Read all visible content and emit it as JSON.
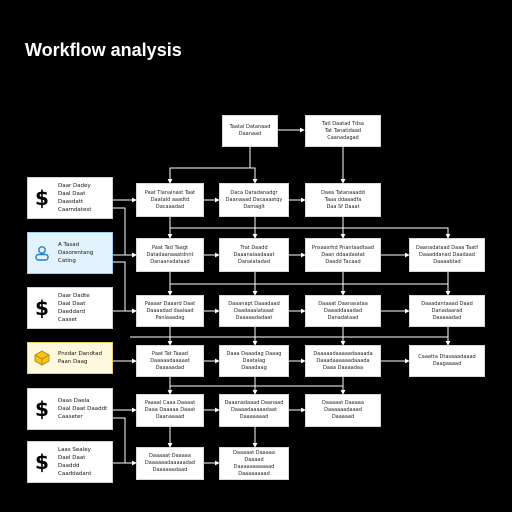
{
  "title": "Workflow analysis",
  "sources": [
    {
      "id": "s1",
      "icon": "dollar-icon",
      "glyph": "$",
      "lines": "Daar Dadey\nDaal Daat Daasdatt\nCaamdatest"
    },
    {
      "id": "s2",
      "icon": "user-group-icon",
      "glyph": "",
      "lines": "A Tasad\nDasorentang\nCating",
      "accent": "#9bd0f2"
    },
    {
      "id": "s3",
      "icon": "dollar-icon",
      "glyph": "$",
      "lines": "Daar Dadte\nDaal Daat Daeddard\nCaaset"
    },
    {
      "id": "s4",
      "icon": "cube-icon",
      "glyph": "",
      "lines": "Pnsdar Dandtad\nPaan Daag",
      "accent": "#f5c518"
    },
    {
      "id": "s5",
      "icon": "dollar-icon",
      "glyph": "$",
      "lines": "Daas Daela\nDaal Daat Daaddt\nCaaseter"
    },
    {
      "id": "s6",
      "icon": "dollar-icon",
      "glyph": "$",
      "lines": "Laas Sealey\nDael Daat Daaddd\nCaaddadant"
    }
  ],
  "nodes": [
    {
      "id": "t1",
      "text": "Taatal Datanaad\nDaanaad"
    },
    {
      "id": "t2",
      "text": "Tatl Daatad Tdsa\nTat Tanatidaad\nCaanadagad"
    },
    {
      "id": "r1c1",
      "text": "Paat Tlanainast Taat\nDaatald aaadtd\nDacaaadad"
    },
    {
      "id": "r1c2",
      "text": "Daca Daradanadgr\nDaanaaad Dacaaastqy\nDamaglt"
    },
    {
      "id": "r1c3",
      "text": "Daea Tatanaaadd\nTaaa ddaaadfa\nDaa Sf Daaat"
    },
    {
      "id": "r2c1",
      "text": "Paat Tad Taagt\nDatadaanaaatdnnt\nDanaansdataad"
    },
    {
      "id": "r2c2",
      "text": "Trat Daadd\nDaaanalaadaaat\nDanalatadad"
    },
    {
      "id": "r2c3",
      "text": "Pnsaasrhd Pnantaadtaad\nDaan ddaadaatat\nDaadd Tacaad"
    },
    {
      "id": "r2c4",
      "text": "Daanadataad Daaa Taatf\nDaaaddanad Daadaad\nDaaaabtad"
    },
    {
      "id": "r3c1",
      "text": "Paaaar Daaard Daat\nDaaaadad daalaad\nPanlaaadag"
    },
    {
      "id": "r3c2",
      "text": "Daaanapt Daaadaad\nDaadaaalataaat\nDaaaaadadaat"
    },
    {
      "id": "r3c3",
      "text": "Daaaat Daanasataa\nDaaaddaaadad\nDanadataad"
    },
    {
      "id": "r3c4",
      "text": "Daaadantaaad Daad\nDanadaarad\nDaaaaadad"
    },
    {
      "id": "r4c1",
      "text": "Paat Tat Taaad\nDaaaaadaaaaat\nDaaaaadad"
    },
    {
      "id": "r4c2",
      "text": "Daaa Daaadag Daaag\nDaatalag\nDaaadaag"
    },
    {
      "id": "r4c3",
      "text": "Daaaaadaaaaadaaaada\nDaaadaaaaaadaaada\nDaaa Daaaadaa"
    },
    {
      "id": "r4c4",
      "text": "Caaatta Dtasaaadaaad\nDaagaaaad"
    },
    {
      "id": "r5c1",
      "text": "Paaaal Caaa Daaaat\nDaaa Daaaaa Daaat\nDaanaaaad"
    },
    {
      "id": "r5c2",
      "text": "Daaanadaaad Daanaad\nDaaaadaaaaadaat\nDaaaaaaad"
    },
    {
      "id": "r5c3",
      "text": "Daaaaat Daaaaa\nDaaaaaadaaad\nDaaaaad"
    },
    {
      "id": "r6c1",
      "text": "Daaaaat Daaaaa\nDaaaaaadaaaaadad\nDaaaaaadaad"
    },
    {
      "id": "r6c2",
      "text": "Daaaaat Daaaaa Daaaad\nDaaaaaaaaaaad\nDaaaaaaaad"
    }
  ],
  "colors": {
    "background": "#000000",
    "edge": "#ffffff",
    "node": "#ffffff",
    "title": "#ffffff"
  }
}
